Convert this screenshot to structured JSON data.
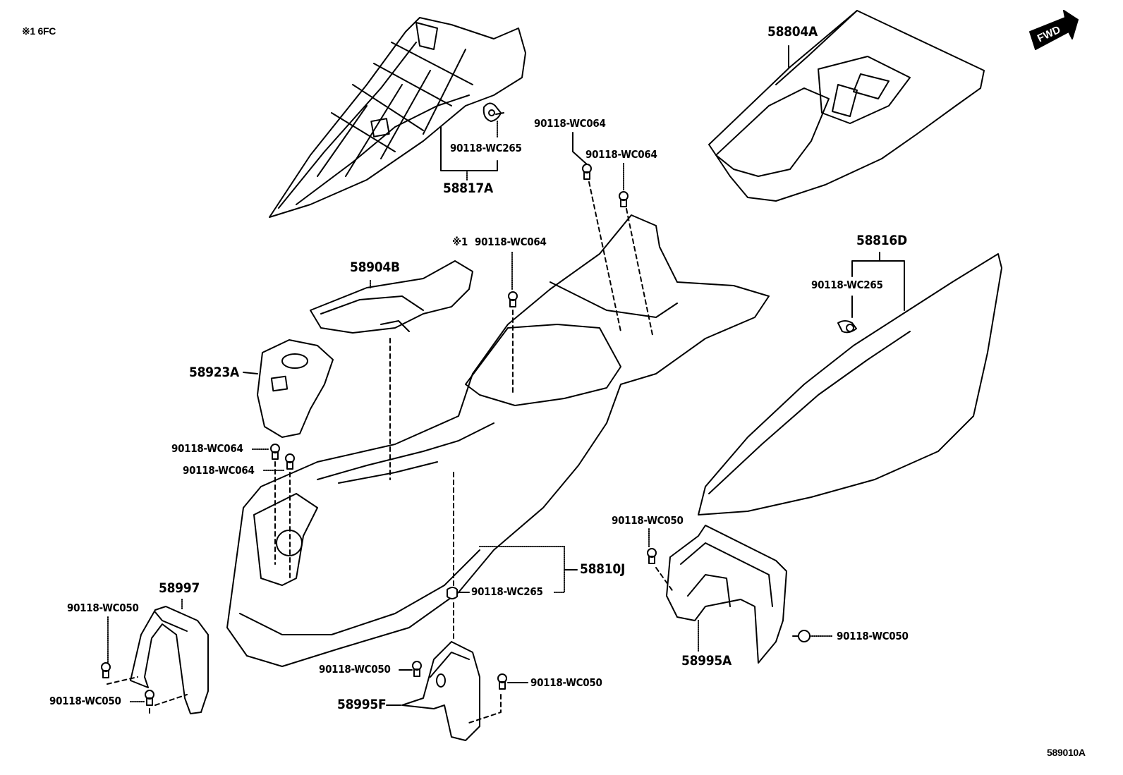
{
  "header": {
    "note": "※1 6FC",
    "direction_badge": "FWD",
    "diagram_id": "589010A"
  },
  "parts": [
    {
      "id": "p-58817A",
      "label": "58817A"
    },
    {
      "id": "p-58804A",
      "label": "58804A"
    },
    {
      "id": "p-58904B",
      "label": "58904B"
    },
    {
      "id": "p-58923A",
      "label": "58923A"
    },
    {
      "id": "p-58816D",
      "label": "58816D"
    },
    {
      "id": "p-58810J",
      "label": "58810J"
    },
    {
      "id": "p-58997",
      "label": "58997"
    },
    {
      "id": "p-58995A",
      "label": "58995A"
    },
    {
      "id": "p-58995F",
      "label": "58995F"
    }
  ],
  "fasteners": [
    {
      "label": "90118-WC265",
      "note": ""
    },
    {
      "label": "90118-WC064",
      "note": ""
    },
    {
      "label": "90118-WC064",
      "note": ""
    },
    {
      "label": "90118-WC064",
      "note": "※1"
    },
    {
      "label": "90118-WC265",
      "note": ""
    },
    {
      "label": "90118-WC064",
      "note": ""
    },
    {
      "label": "90118-WC064",
      "note": ""
    },
    {
      "label": "90118-WC050",
      "note": ""
    },
    {
      "label": "90118-WC265",
      "note": ""
    },
    {
      "label": "90118-WC050",
      "note": ""
    },
    {
      "label": "90118-WC050",
      "note": ""
    },
    {
      "label": "90118-WC050",
      "note": ""
    },
    {
      "label": "90118-WC050",
      "note": ""
    },
    {
      "label": "90118-WC050",
      "note": ""
    }
  ]
}
